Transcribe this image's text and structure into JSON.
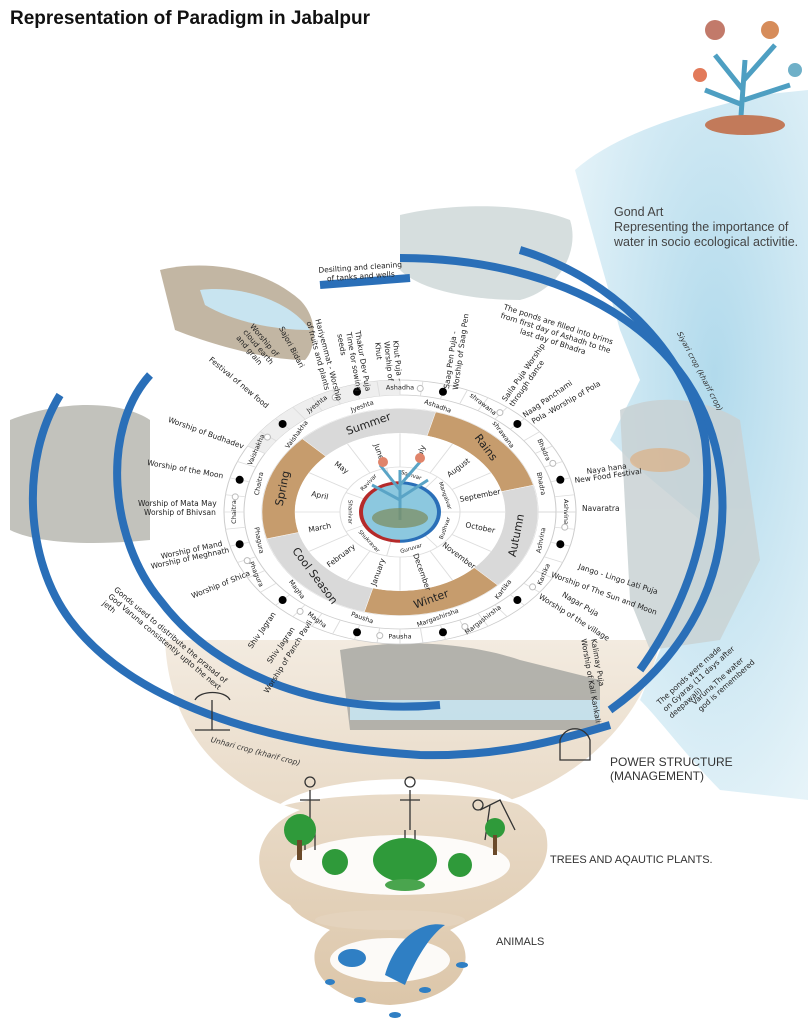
{
  "title": "Representation of Paradigm in Jabalpur",
  "gond_art": {
    "heading": "Gond Art",
    "text": "Representing the importance of water in socio ecological activitie."
  },
  "layers": {
    "power": "POWER STRUCTURE (MANAGEMENT)",
    "trees": "TREES AND AQAUTIC PLANTS.",
    "animals": "ANIMALS"
  },
  "notes": {
    "desilting": "Desilting and cleaning of tanks and wells",
    "ponds_filled": "The ponds are filled into brims from first day of Ashadh to the last day of Bhadra",
    "siyari": "Siyari crop (kharif crop)",
    "ponds_made": "The ponds were made on Gyaras (11 days after deepawali)",
    "varuna": "Varuna,The water god is remembered",
    "unhari": "Unhari crop (kharif crop)",
    "prasad": "Gonds used to distribute the prasad of God Varuna consistently upto the next jeth"
  },
  "wheel": {
    "seasons": [
      {
        "name": "Summer",
        "color": "#d9d9d9"
      },
      {
        "name": "Rains",
        "color": "#c69c6d"
      },
      {
        "name": "Autumn",
        "color": "#d9d9d9"
      },
      {
        "name": "Winter",
        "color": "#c69c6d"
      },
      {
        "name": "Cool Season",
        "color": "#d9d9d9"
      },
      {
        "name": "Spring",
        "color": "#c69c6d"
      }
    ],
    "months": [
      "June",
      "July",
      "August",
      "September",
      "October",
      "November",
      "December",
      "January",
      "February",
      "March",
      "April",
      "May"
    ],
    "weekdays": [
      "Ravivar",
      "Somvar",
      "Mangalvar",
      "Budhvar",
      "Guruvar",
      "Shukravar",
      "Shanivar"
    ],
    "hindu_months_inner": [
      "Jyeshta",
      "Ashadha",
      "shrawana",
      "Bhadra",
      "Ashvina",
      "Kartika",
      "Margashirsha",
      "Pausha",
      "Magha",
      "Phagura",
      "Chaitra",
      "Vaishakha"
    ],
    "hindu_months_outer": [
      "Jyeshta",
      "Ashadha",
      "shrawana",
      "Bhadra",
      "Ashvina",
      "Kartika",
      "Margashirsha",
      "Pausha",
      "Magha",
      "Phagura",
      "Chaitra",
      "Vaishakha"
    ],
    "water_color": "#8cc8df"
  },
  "festivals": [
    "Festival of new food",
    "Sajori Bidari",
    "Worship of cloud earth and grain",
    "Hariyemmat - Worship of fruits and plants",
    "Thakur Dev Puja Time for sowing seeds",
    "Khut Puja -Worship of Khut",
    "Saag Pen Puja - Worship of Saag Pen",
    "Saila Puja Worship through dance",
    "Naag Panchami",
    "Pola -Worship of Pola",
    "Naya hana",
    "New Food Festival",
    "Navaratra",
    "Jango - Lingo Lati Puja",
    "Worship of The Sun and Moon",
    "Nagar Puja",
    "Worship of the village",
    "Kalimay Puja",
    "Worship of Kali Kankali",
    "Worship of Panch Pavli",
    "Shiv Jagran",
    "Shiv Jagran",
    "Worship of Shica",
    "Worship of Mand",
    "Worship of Meghnath",
    "Worship of Mata May",
    "Worship of Bhivsan",
    "Worship of the Moon",
    "Worship of Budhadev"
  ],
  "colors": {
    "arc_blue": "#2a6fb8",
    "beige": "#e4d3bd",
    "sky": "#bfe1ef",
    "tree_green": "#2f9a3a",
    "fish_blue": "#2f7fc4"
  }
}
